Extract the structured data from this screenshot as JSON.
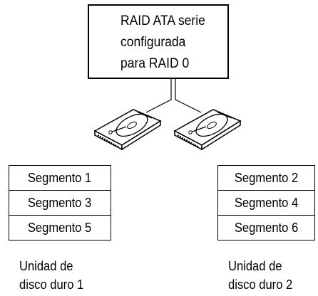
{
  "controller": {
    "lines": [
      "RAID ATA serie",
      "configurada",
      "para RAID 0"
    ]
  },
  "drives": [
    {
      "label_lines": [
        "Unidad de",
        "disco duro 1"
      ],
      "segments": [
        "Segmento 1",
        "Segmento 3",
        "Segmento 5"
      ]
    },
    {
      "label_lines": [
        "Unidad de",
        "disco duro 2"
      ],
      "segments": [
        "Segmento 2",
        "Segmento 4",
        "Segmento 6"
      ]
    }
  ]
}
